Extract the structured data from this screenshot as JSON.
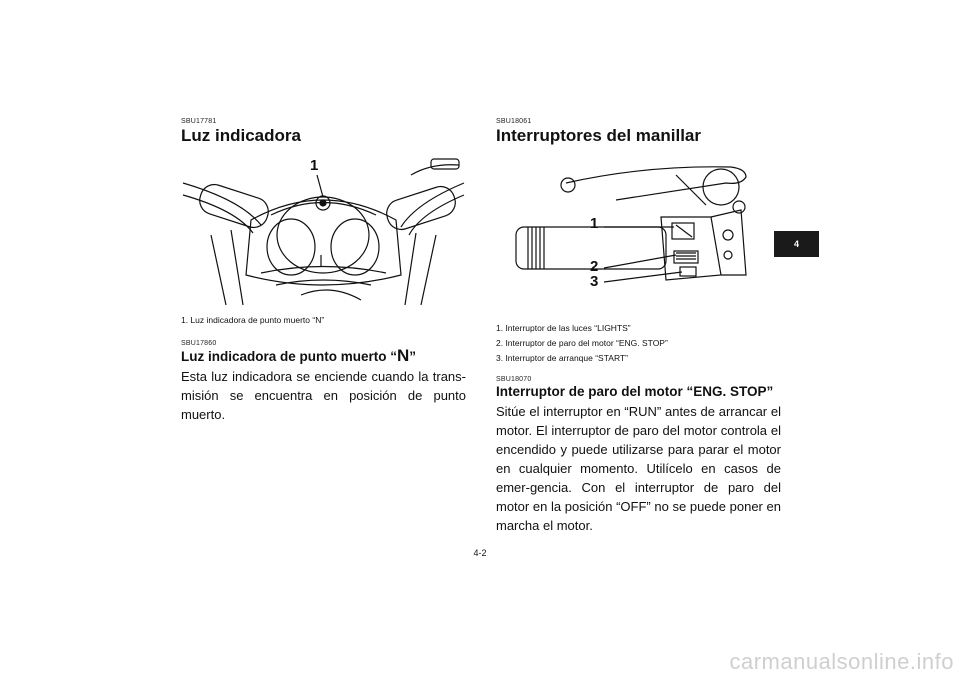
{
  "left": {
    "code1": "SBU17781",
    "title": "Luz indicadora",
    "callout": "1",
    "caption": "1. Luz indicadora de punto muerto “N”",
    "code2": "SBU17860",
    "subtitle_pre": "Luz indicadora de punto muerto “",
    "subtitle_symbol": "N",
    "subtitle_post": "”",
    "paragraph": "Esta luz indicadora se enciende cuando la trans-misión se encuentra en posición de punto muerto."
  },
  "right": {
    "code1": "SBU18061",
    "title": "Interruptores del manillar",
    "callouts": [
      "1",
      "2",
      "3"
    ],
    "captions": [
      "1. Interruptor de las luces “LIGHTS”",
      "2. Interruptor de paro del motor “ENG. STOP”",
      "3. Interruptor de arranque “START”"
    ],
    "code2": "SBU18070",
    "subtitle": "Interruptor de paro del motor “ENG. STOP”",
    "paragraph": "Sitúe el interruptor en “RUN” antes de arrancar el motor. El interruptor de paro del motor controla el encendido y puede utilizarse para parar el motor en cualquier momento. Utilícelo en casos de emer-gencia. Con el interruptor de paro del motor en la posición “OFF” no se puede poner en marcha el motor."
  },
  "tab_label": "4",
  "page_number": "4-2",
  "watermark": "carmanualsonline.info"
}
